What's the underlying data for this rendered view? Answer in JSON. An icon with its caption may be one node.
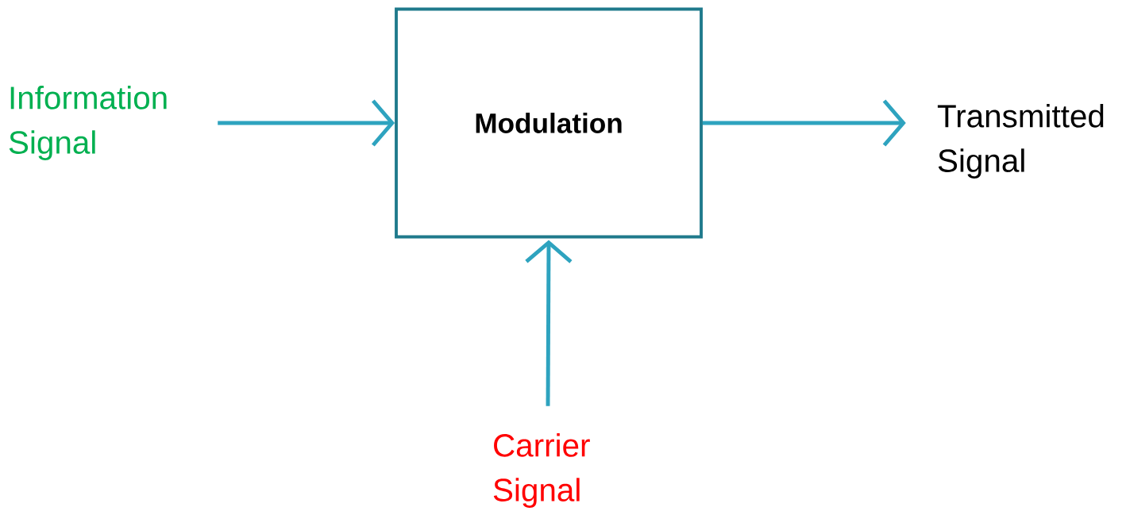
{
  "diagram": {
    "nodes": [
      {
        "text": [
          "Information Signal"
        ]
      },
      {
        "text": [
          "Modulation"
        ]
      },
      {
        "text": [
          "Transmitted Signal"
        ]
      },
      {
        "text": [
          "Carrier Signal"
        ]
      }
    ],
    "edges": [
      {
        "from": 0,
        "to": 1,
        "arrow": "to"
      },
      {
        "from": 1,
        "to": 2,
        "arrow": "to"
      },
      {
        "from": 3,
        "to": 1,
        "arrow": "to"
      }
    ]
  }
}
